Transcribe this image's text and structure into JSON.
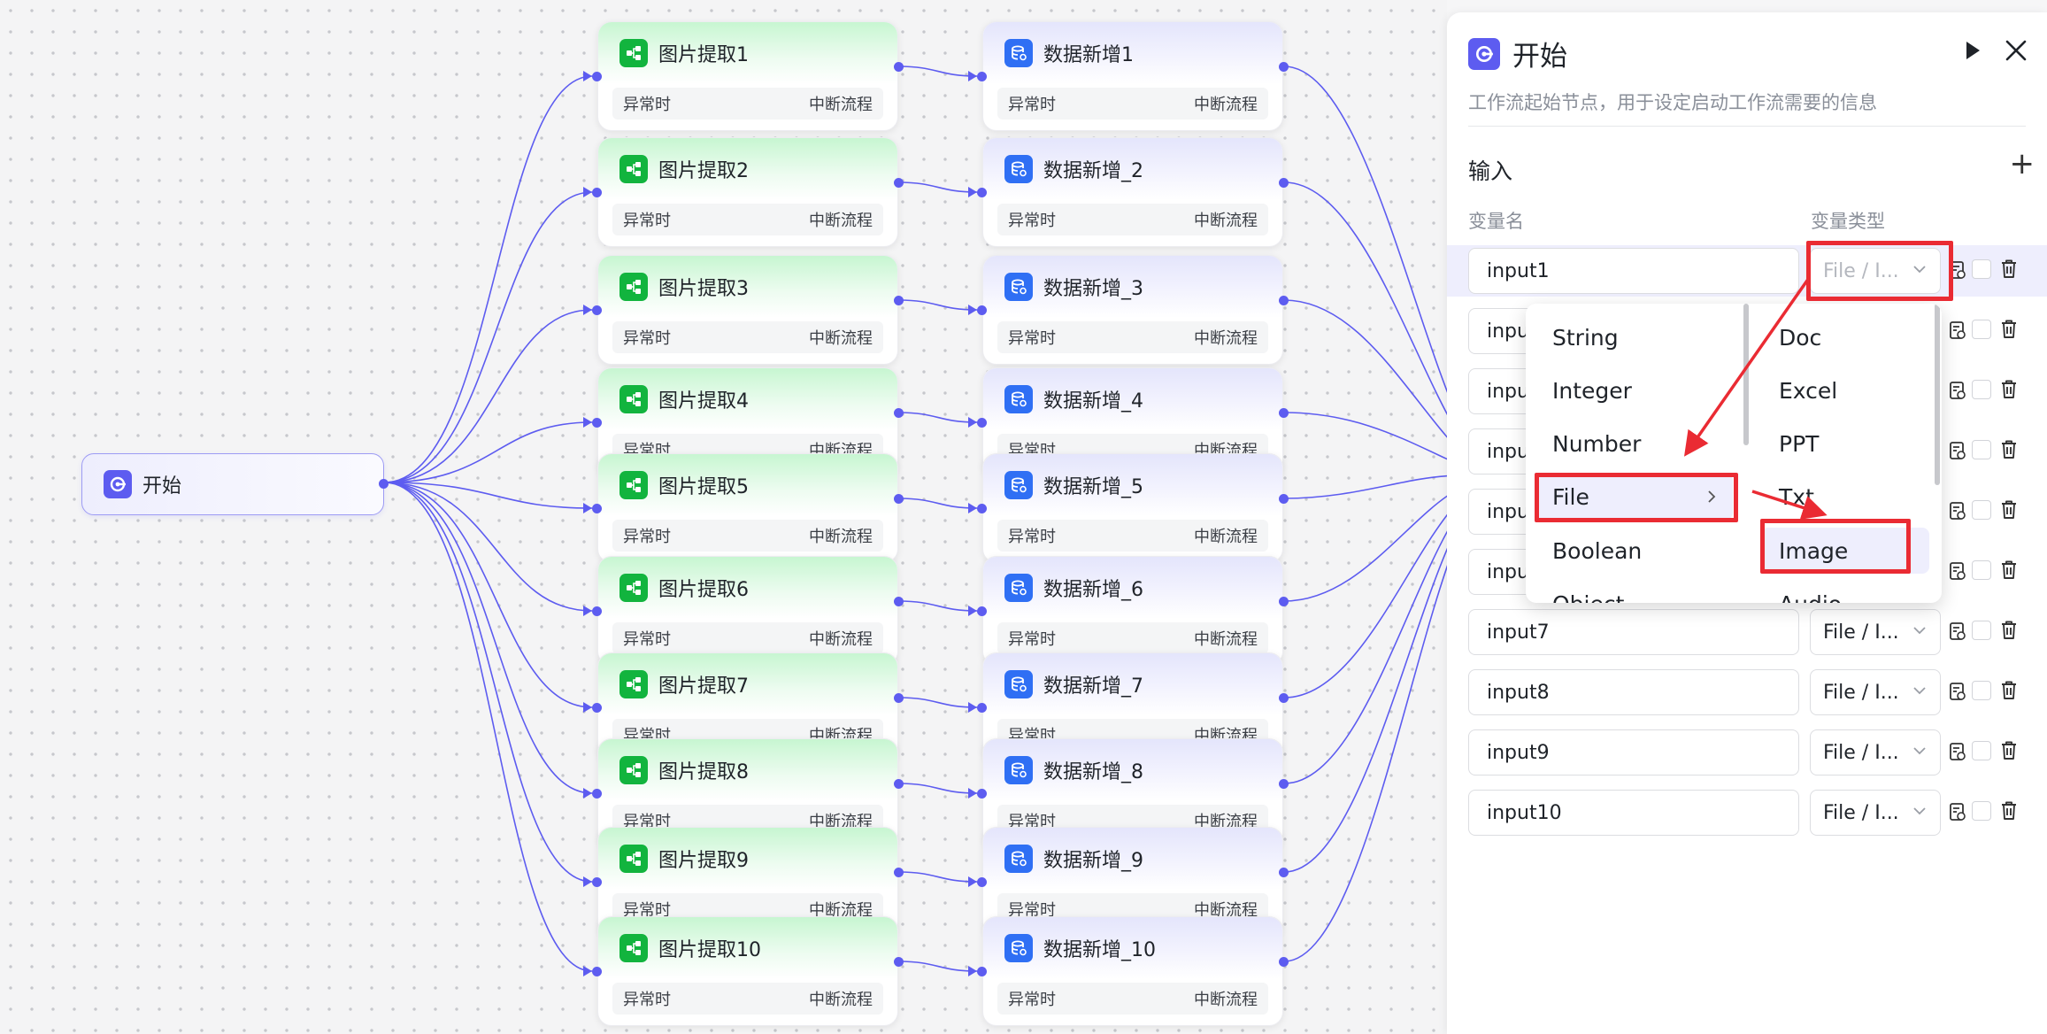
{
  "canvas": {
    "start_node": {
      "title": "开始",
      "icon": "start-icon"
    },
    "left_nodes": [
      {
        "title": "图片提取1",
        "footer_left": "异常时",
        "footer_right": "中断流程"
      },
      {
        "title": "图片提取2",
        "footer_left": "异常时",
        "footer_right": "中断流程"
      },
      {
        "title": "图片提取3",
        "footer_left": "异常时",
        "footer_right": "中断流程"
      },
      {
        "title": "图片提取4",
        "footer_left": "异常时",
        "footer_right": "中断流程"
      },
      {
        "title": "图片提取5",
        "footer_left": "异常时",
        "footer_right": "中断流程"
      },
      {
        "title": "图片提取6",
        "footer_left": "异常时",
        "footer_right": "中断流程"
      },
      {
        "title": "图片提取7",
        "footer_left": "异常时",
        "footer_right": "中断流程"
      },
      {
        "title": "图片提取8",
        "footer_left": "异常时",
        "footer_right": "中断流程"
      },
      {
        "title": "图片提取9",
        "footer_left": "异常时",
        "footer_right": "中断流程"
      },
      {
        "title": "图片提取10",
        "footer_left": "异常时",
        "footer_right": "中断流程"
      }
    ],
    "right_nodes": [
      {
        "title": "数据新增1",
        "footer_left": "异常时",
        "footer_right": "中断流程"
      },
      {
        "title": "数据新增_2",
        "footer_left": "异常时",
        "footer_right": "中断流程"
      },
      {
        "title": "数据新增_3",
        "footer_left": "异常时",
        "footer_right": "中断流程"
      },
      {
        "title": "数据新增_4",
        "footer_left": "异常时",
        "footer_right": "中断流程"
      },
      {
        "title": "数据新增_5",
        "footer_left": "异常时",
        "footer_right": "中断流程"
      },
      {
        "title": "数据新增_6",
        "footer_left": "异常时",
        "footer_right": "中断流程"
      },
      {
        "title": "数据新增_7",
        "footer_left": "异常时",
        "footer_right": "中断流程"
      },
      {
        "title": "数据新增_8",
        "footer_left": "异常时",
        "footer_right": "中断流程"
      },
      {
        "title": "数据新增_9",
        "footer_left": "异常时",
        "footer_right": "中断流程"
      },
      {
        "title": "数据新增_10",
        "footer_left": "异常时",
        "footer_right": "中断流程"
      }
    ],
    "colors": {
      "edge": "#5d5cf0",
      "image_node": "#12b43e",
      "data_node": "#2f6ff4",
      "highlight": "#ea2b33"
    }
  },
  "panel": {
    "title": "开始",
    "description": "工作流起始节点，用于设定启动工作流需要的信息",
    "section_label": "输入",
    "add_label": "+",
    "col_name": "变量名",
    "col_type": "变量类型",
    "rows": [
      {
        "name": "input1",
        "type": "File / I..."
      },
      {
        "name": "inpu",
        "type": ""
      },
      {
        "name": "inpu",
        "type": ""
      },
      {
        "name": "inpu",
        "type": ""
      },
      {
        "name": "inpu",
        "type": ""
      },
      {
        "name": "inpu",
        "type": ""
      },
      {
        "name": "input7",
        "type": "File / I..."
      },
      {
        "name": "input8",
        "type": "File / I..."
      },
      {
        "name": "input9",
        "type": "File / I..."
      },
      {
        "name": "input10",
        "type": "File / I..."
      }
    ]
  },
  "dropdown": {
    "types": [
      "String",
      "Integer",
      "Number",
      "File",
      "Boolean",
      "Object"
    ],
    "selected_type": "File",
    "file_types": [
      "Doc",
      "Excel",
      "PPT",
      "Txt",
      "Image",
      "Audio"
    ],
    "selected_file_type": "Image"
  }
}
